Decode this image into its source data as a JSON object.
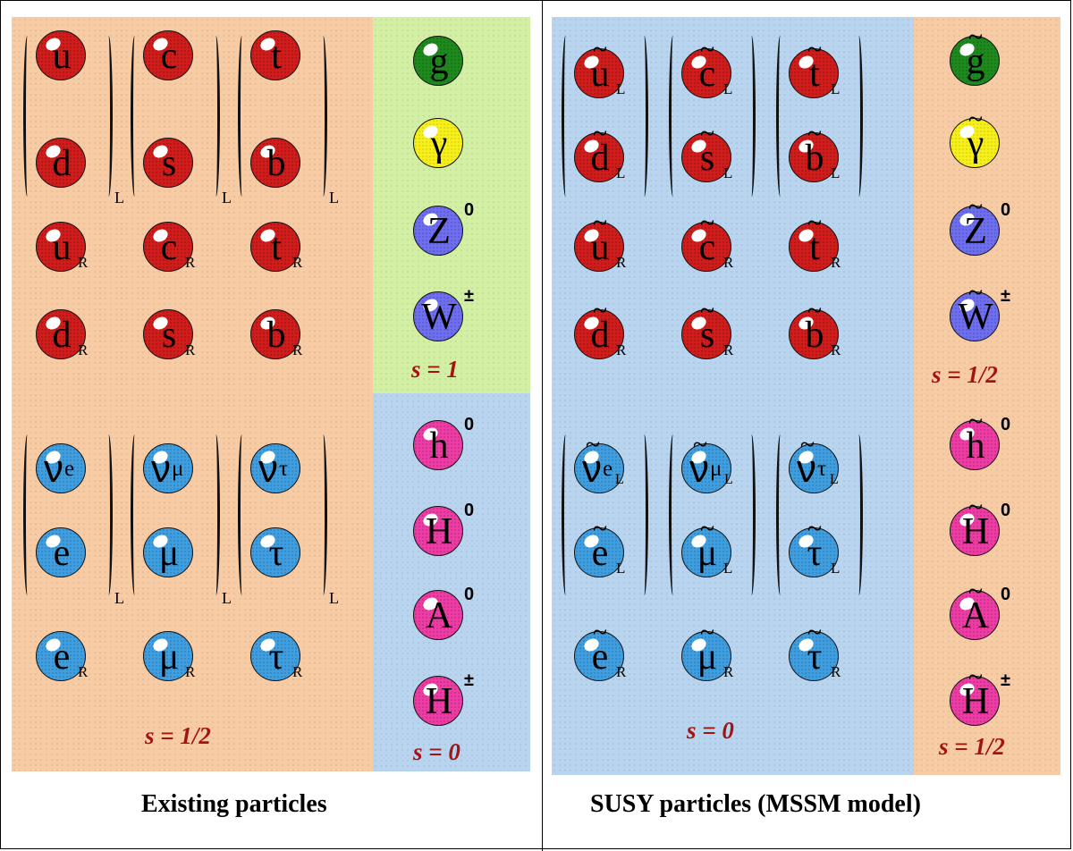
{
  "captions": {
    "existing": "Existing particles",
    "susy": "SUSY particles (MSSM model)"
  },
  "spin_labels": {
    "sm_gauge": "s = 1",
    "sm_higgs": "s = 0",
    "sm_fermion": "s = 1/2",
    "susy_gauge": "s = 1/2",
    "susy_higgs": "s = 1/2",
    "susy_sfermion": "s = 0"
  },
  "tilde": "~",
  "doublet_subscript": "L",
  "quark_up": [
    "u",
    "c",
    "t"
  ],
  "quark_down": [
    "d",
    "s",
    "b"
  ],
  "neutrinos": [
    {
      "base": "ν",
      "flavor": "e"
    },
    {
      "base": "ν",
      "flavor": "μ"
    },
    {
      "base": "ν",
      "flavor": "τ"
    }
  ],
  "leptons": [
    "e",
    "μ",
    "τ"
  ],
  "subscripts": {
    "left": "L",
    "right": "R"
  },
  "gauge_bosons": [
    {
      "symbol": "g",
      "sup": "",
      "color": "#1e8a1e"
    },
    {
      "symbol": "γ",
      "sup": "",
      "color": "#f7ef1a"
    },
    {
      "symbol": "Z",
      "sup": "0",
      "color": "#6e6ef0"
    },
    {
      "symbol": "W",
      "sup": "±",
      "color": "#6e6ef0"
    }
  ],
  "higgs_bosons": [
    {
      "symbol": "h",
      "sup": "0"
    },
    {
      "symbol": "H",
      "sup": "0"
    },
    {
      "symbol": "A",
      "sup": "0"
    },
    {
      "symbol": "H",
      "sup": "±"
    }
  ],
  "colors": {
    "quark": "#d11c1c",
    "lepton": "#3f9ee0",
    "higgs": "#ee3ca5",
    "panel_orange": "#f7cca4",
    "panel_green": "#d2efa4",
    "panel_blue": "#b8d4ee",
    "spin_text": "#a11414"
  }
}
